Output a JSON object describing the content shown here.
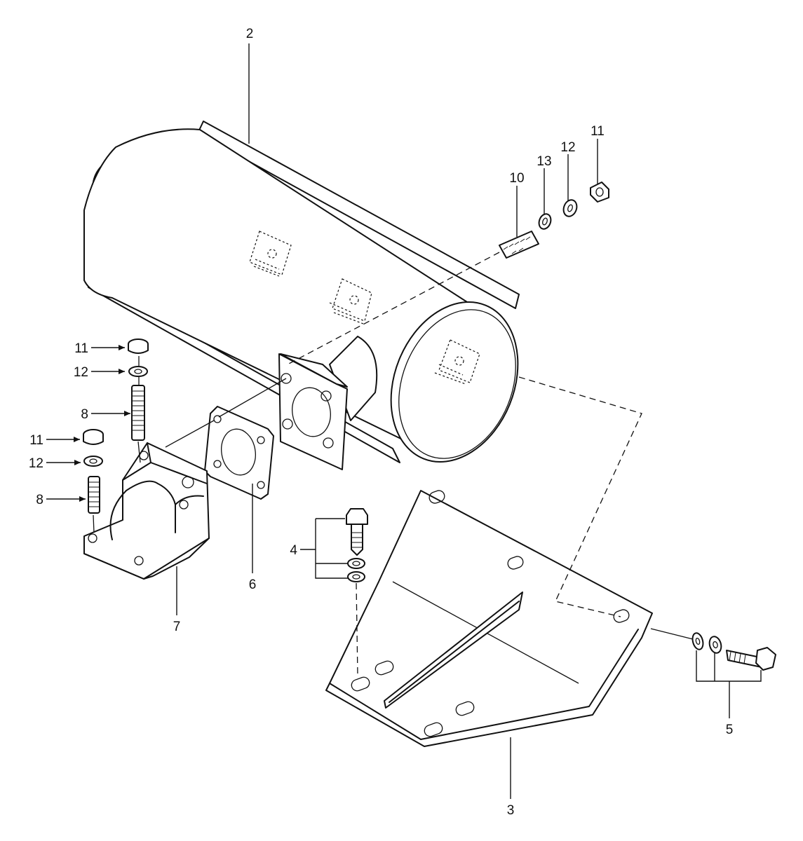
{
  "diagram": {
    "callouts": {
      "c2": "2",
      "c3": "3",
      "c4": "4",
      "c5": "5",
      "c6": "6",
      "c7": "7",
      "c8a": "8",
      "c8b": "8",
      "c10": "10",
      "c11a": "11",
      "c11b": "11",
      "c11c": "11",
      "c12a": "12",
      "c12b": "12",
      "c12c": "12",
      "c13": "13"
    }
  }
}
